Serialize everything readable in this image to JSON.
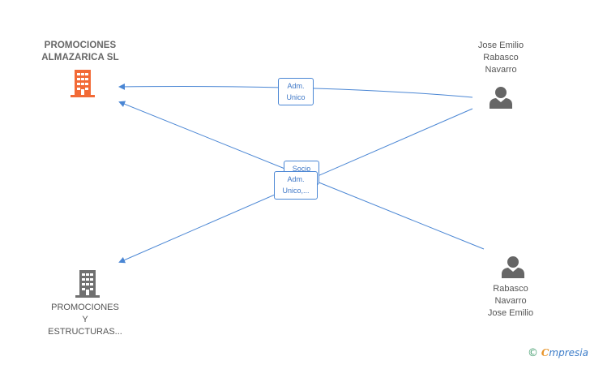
{
  "nodes": {
    "company_main": {
      "line1": "PROMOCIONES",
      "line2": "ALMAZARICA SL",
      "color": "#f26a36",
      "icon": "building-icon"
    },
    "company_second": {
      "line1": "PROMOCIONES",
      "line2": "Y",
      "line3": "ESTRUCTURAS...",
      "color": "#707070",
      "icon": "building-icon"
    },
    "person_top": {
      "line1": "Jose Emilio",
      "line2": "Rabasco",
      "line3": "Navarro",
      "color": "#666666",
      "icon": "person-icon"
    },
    "person_bottom": {
      "line1": "Rabasco",
      "line2": "Navarro",
      "line3": "Jose Emilio",
      "color": "#666666",
      "icon": "person-icon"
    }
  },
  "edges": {
    "top_to_main": {
      "line1": "Adm.",
      "line2": "Unico"
    },
    "socio": {
      "line1": "Socio"
    },
    "bottom_label": {
      "line1": "Adm.",
      "line2": "Unico,..."
    },
    "color": "#4a86d4"
  },
  "brand": {
    "copyright": "©",
    "initial": "C",
    "rest": "mpresia"
  }
}
